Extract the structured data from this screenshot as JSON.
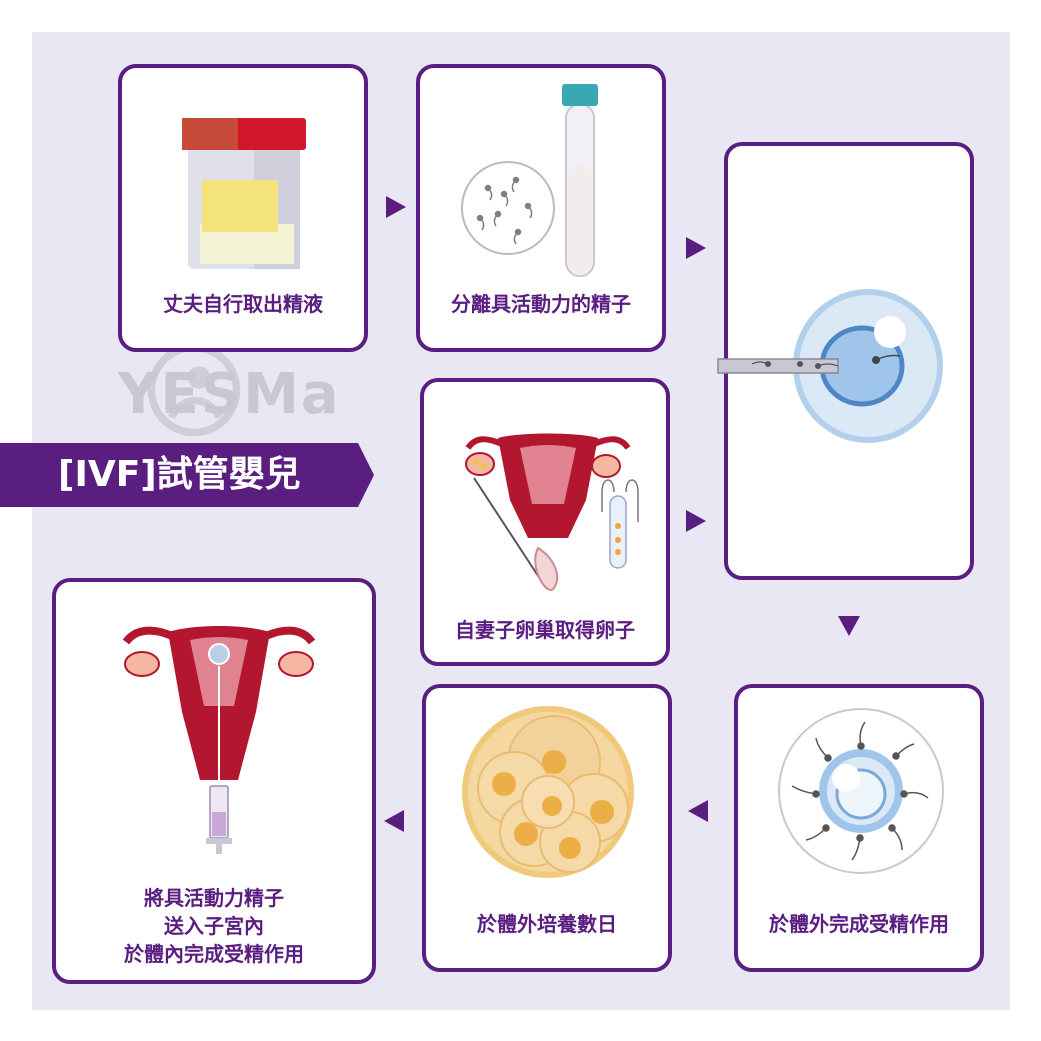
{
  "title": "[IVF]試管嬰兒",
  "watermark": "YESMa",
  "steps": {
    "step1": "丈夫自行取出精液",
    "step2": "分離具活動力的精子",
    "step3": "",
    "step4": "自妻子卵巢取得卵子",
    "step5": "於體外完成受精作用",
    "step6": "於體外培養數日",
    "step7": [
      "將具活動力精子",
      "送入子宮內",
      "於體內完成受精作用"
    ]
  },
  "colors": {
    "accent": "#5a1e80",
    "background": "#e9e7f4",
    "uterus": "#b3172f",
    "cup_lid": "#d4162b",
    "cell": "#9fc6ea",
    "embryo": "#f0c97a"
  },
  "icons": [
    "specimen-cup-icon",
    "sperm-dish-icon",
    "test-tube-icon",
    "icsi-egg-icon",
    "uterus-retrieval-icon",
    "fertilized-egg-icon",
    "embryo-cluster-icon",
    "uterus-transfer-icon"
  ]
}
